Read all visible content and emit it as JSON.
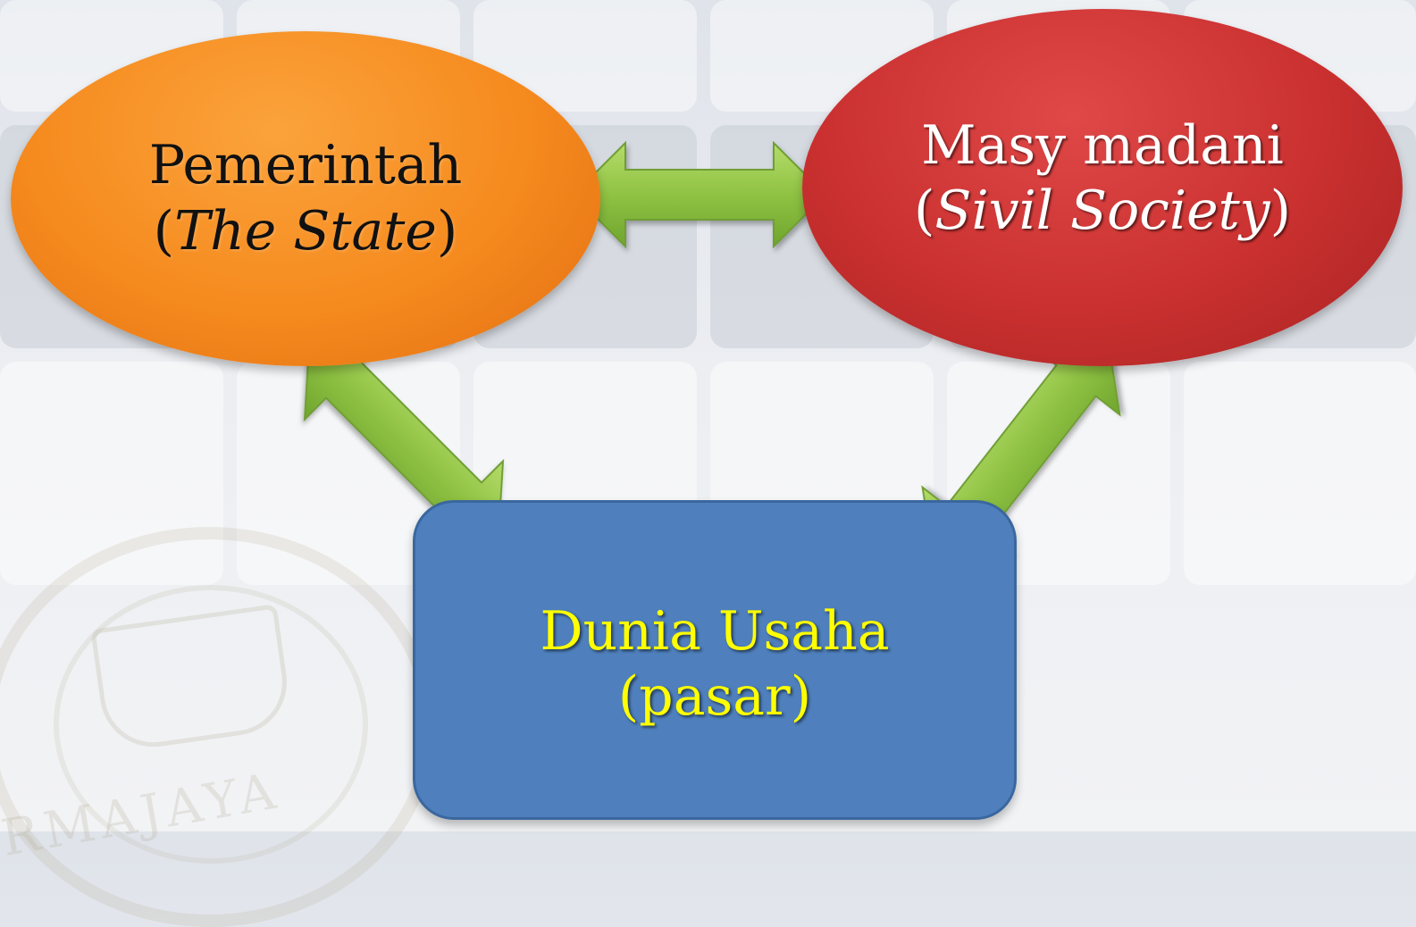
{
  "nodes": {
    "state": {
      "title": "Pemerintah",
      "open": "(",
      "subtitle": "The State",
      "close": ")",
      "color": "#f58a1e"
    },
    "civil": {
      "title": "Masy madani",
      "open": "(",
      "subtitle": "Sivil Society",
      "close": ")",
      "color": "#c9302f"
    },
    "business": {
      "title": "Dunia Usaha",
      "subtitle": "(pasar)",
      "color": "#4f80bd",
      "text_color": "#ffff00"
    }
  },
  "arrows": [
    {
      "from": "state",
      "to": "civil",
      "type": "bidirectional",
      "color": "#8bc34a"
    },
    {
      "from": "state",
      "to": "business",
      "type": "bidirectional",
      "color": "#8bc34a"
    },
    {
      "from": "civil",
      "to": "business",
      "type": "bidirectional",
      "color": "#8bc34a"
    }
  ],
  "watermark": {
    "text": "RMAJAYA"
  }
}
